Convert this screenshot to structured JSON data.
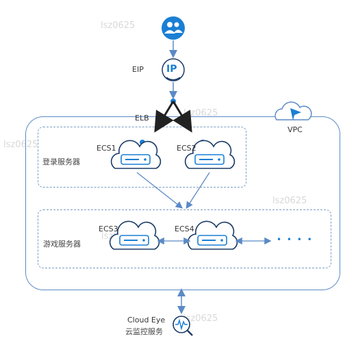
{
  "labels": {
    "eip": "EIP",
    "elb": "ELB",
    "vpc": "VPC",
    "ecs1": "ECS1",
    "ecs2": "ECS2",
    "ecs3": "ECS3",
    "ecs4": "ECS4",
    "login_servers": "登录服务器",
    "game_servers": "游戏服务器",
    "cloud_eye": "Cloud Eye",
    "cloud_monitor": "云监控服务",
    "ip_text": "IP",
    "more": "• • • •"
  },
  "watermark": "lsz0625",
  "colors": {
    "primary": "#1a7fd4",
    "line": "#5b8ac6",
    "dark_line": "#222222",
    "watermark": "#d8d8d8"
  }
}
